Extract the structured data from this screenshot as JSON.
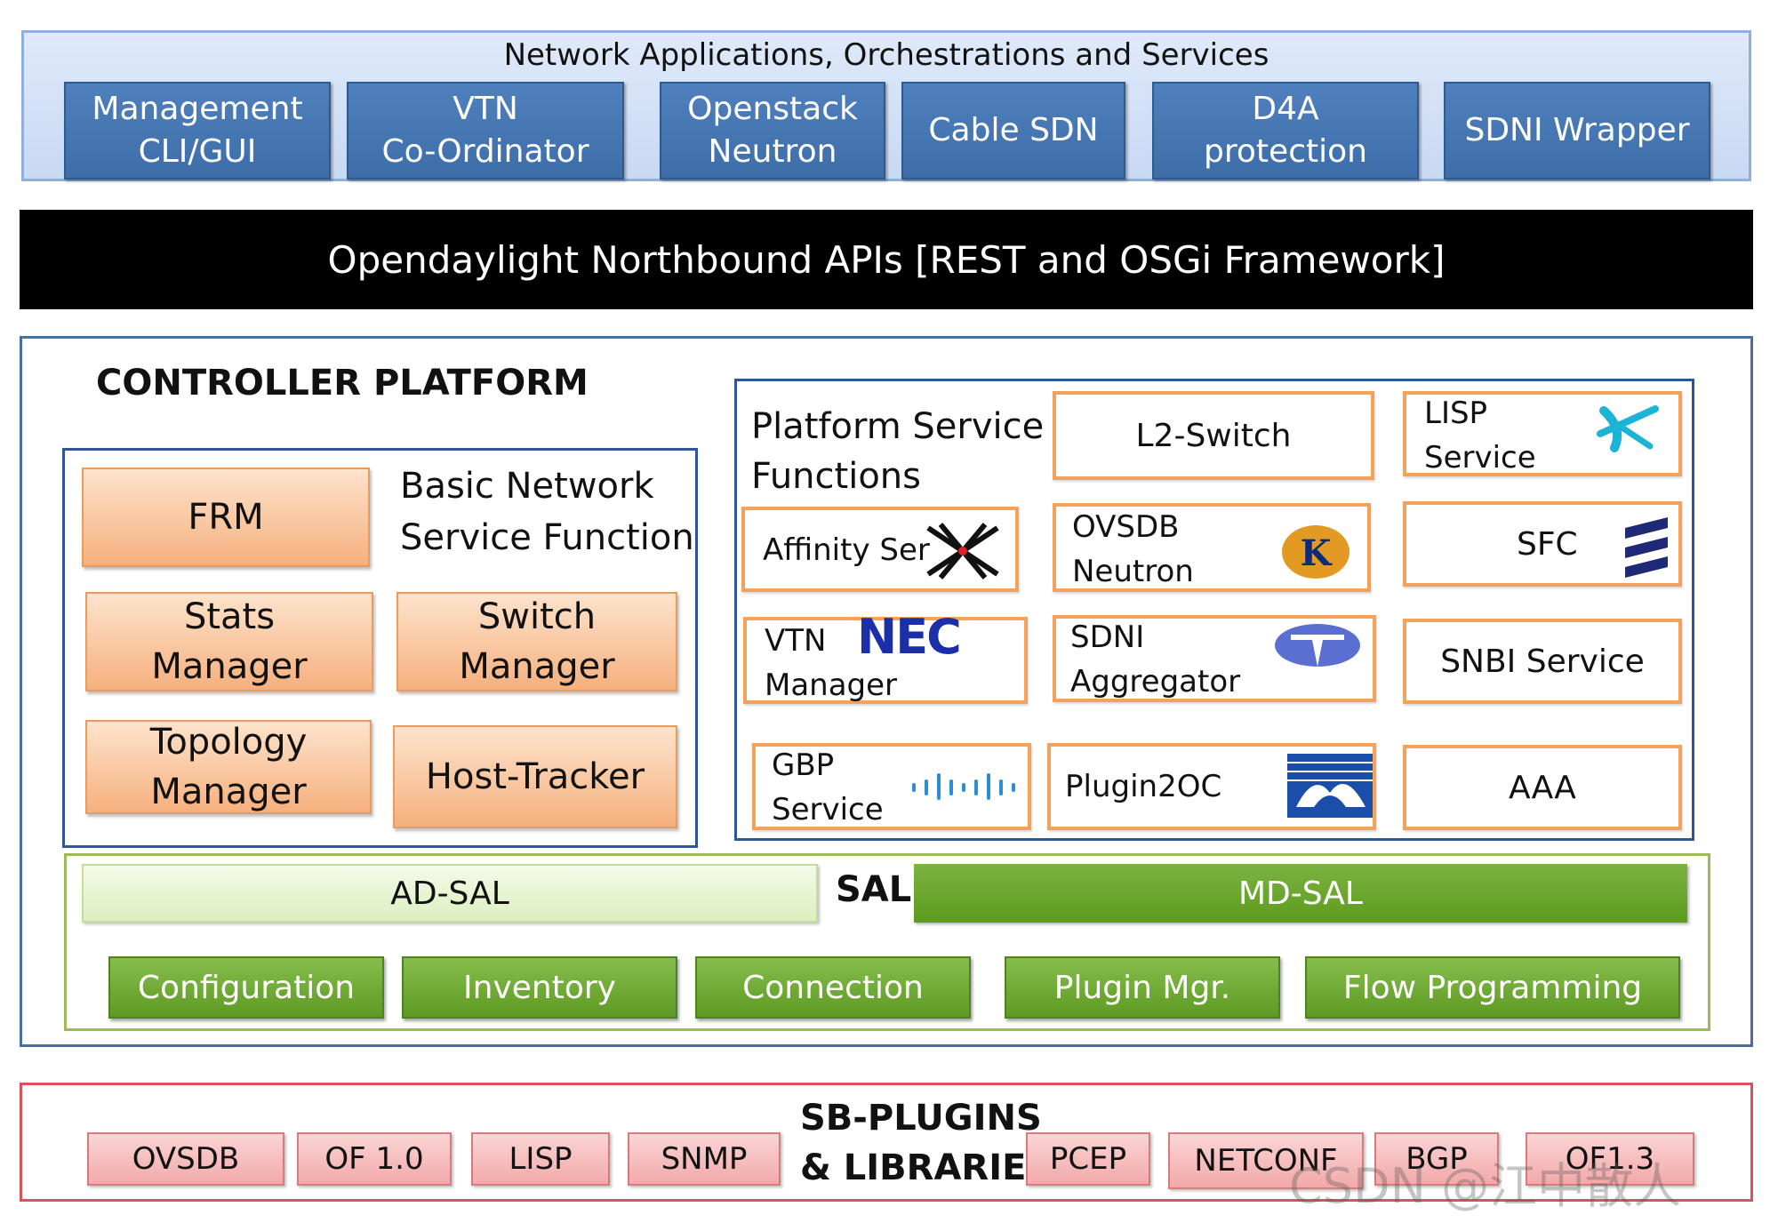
{
  "apps": {
    "title": "Network Applications, Orchestrations and Services",
    "items": [
      "Management\nCLI/GUI",
      "VTN\nCo-Ordinator",
      "Openstack\nNeutron",
      "Cable SDN",
      "D4A\nprotection",
      "SDNI Wrapper"
    ]
  },
  "northbound": "Opendaylight Northbound APIs [REST and OSGi Framework]",
  "controller": {
    "title": "CONTROLLER PLATFORM",
    "basic_title": "Basic Network\nService Function",
    "basic_items": [
      "FRM",
      "Stats\nManager",
      "Switch\nManager",
      "Topology\nManager",
      "Host-Tracker"
    ],
    "psf_title": "Platform Service\nFunctions",
    "services": [
      "L2-Switch",
      "LISP\nService",
      "Affinity Ser",
      "OVSDB\nNeutron",
      "SFC",
      "VTN\nManager",
      "SDNI\nAggregator",
      "SNBI Service",
      "GBP\nService",
      "Plugin2OC",
      "AAA"
    ],
    "nec_logo": "NEC"
  },
  "sal": {
    "ad": "AD-SAL",
    "label": "SAL",
    "md": "MD-SAL",
    "items": [
      "Configuration",
      "Inventory",
      "Connection",
      "Plugin Mgr.",
      "Flow Programming"
    ]
  },
  "sb": {
    "title": "SB-PLUGINS\n& LIBRARIES",
    "items": [
      "OVSDB",
      "OF 1.0",
      "LISP",
      "SNMP",
      "PCEP",
      "NETCONF",
      "BGP",
      "OF1.3"
    ]
  },
  "watermark": "CSDN @江中散人",
  "colors": {
    "app_blue": "#4f80bd",
    "orange_border": "#f4a15a",
    "green": "#6aa52e",
    "pink": "#f2a9a9"
  }
}
